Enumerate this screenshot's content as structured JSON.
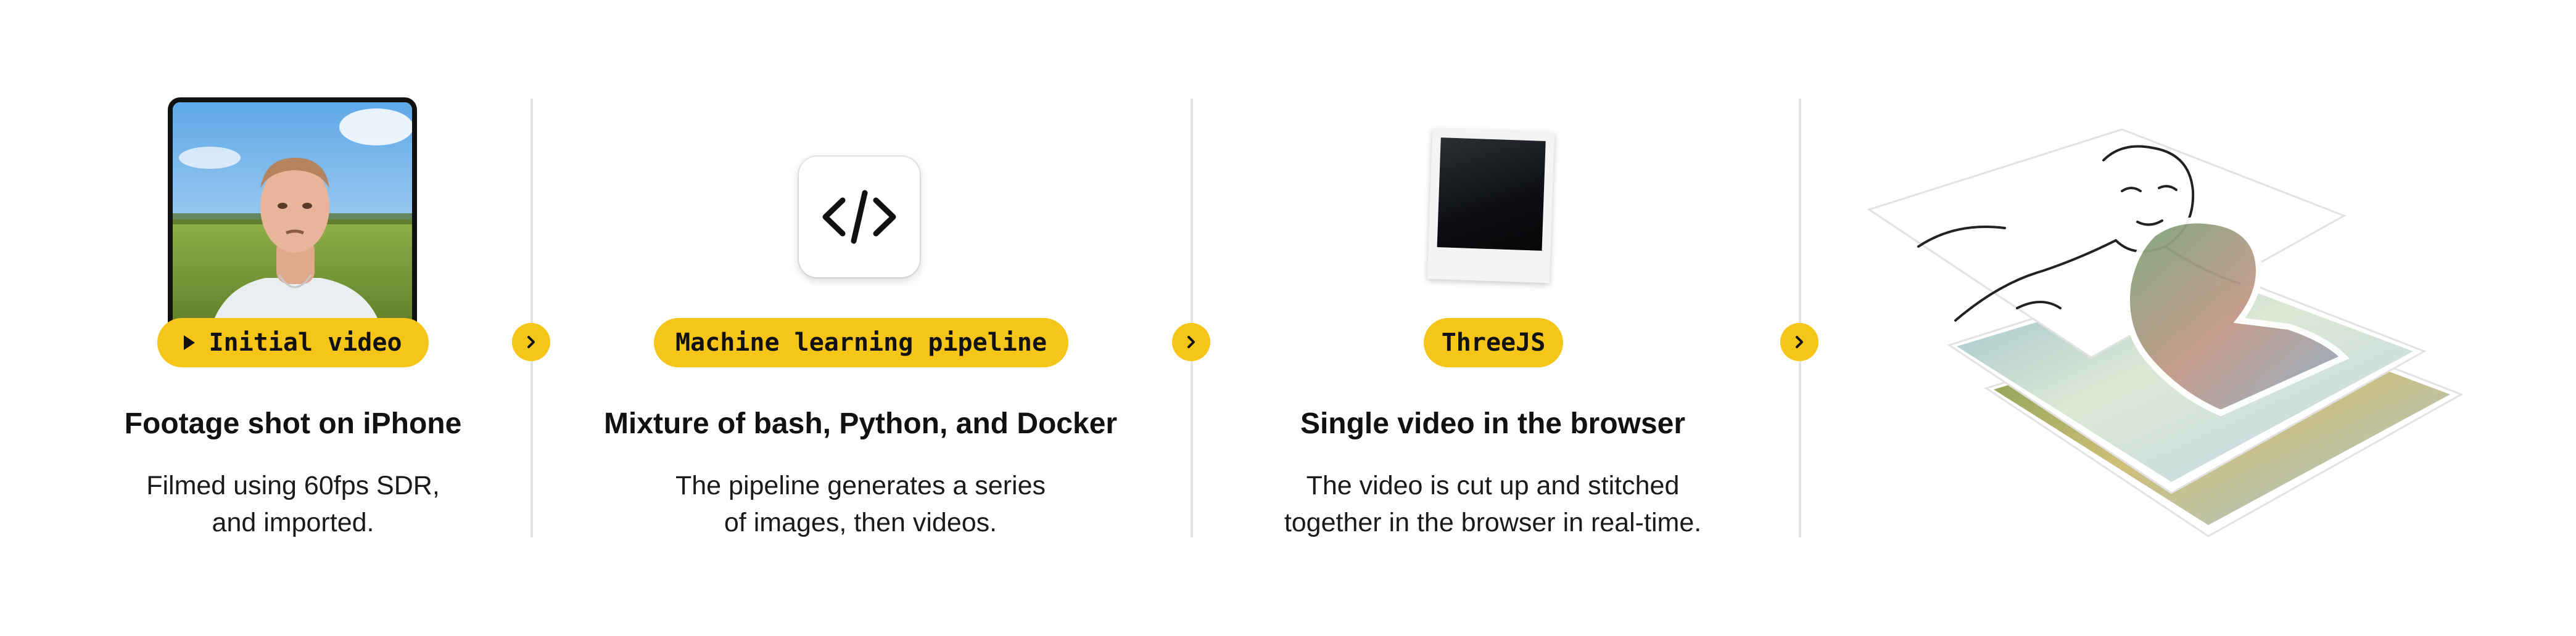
{
  "stages": [
    {
      "pill": "Initial video",
      "pill_icon": "play-icon",
      "title": "Footage shot on iPhone",
      "desc": [
        "Filmed using 60fps SDR,",
        "and imported."
      ]
    },
    {
      "pill": "Machine learning pipeline",
      "icon": "code-icon",
      "title": "Mixture of bash, Python, and Docker",
      "desc": [
        "The pipeline generates a series",
        "of images, then videos."
      ]
    },
    {
      "pill": "ThreeJS",
      "title": "Single video in the browser",
      "desc": [
        "The video is cut up and stitched",
        "together in the browser in real-time."
      ]
    }
  ],
  "colors": {
    "accent": "#f5c518",
    "divider": "#e4e4e4",
    "text": "#111111"
  },
  "icons": {
    "next": "chevron-right-icon",
    "play": "play-icon",
    "code": "code-icon"
  }
}
